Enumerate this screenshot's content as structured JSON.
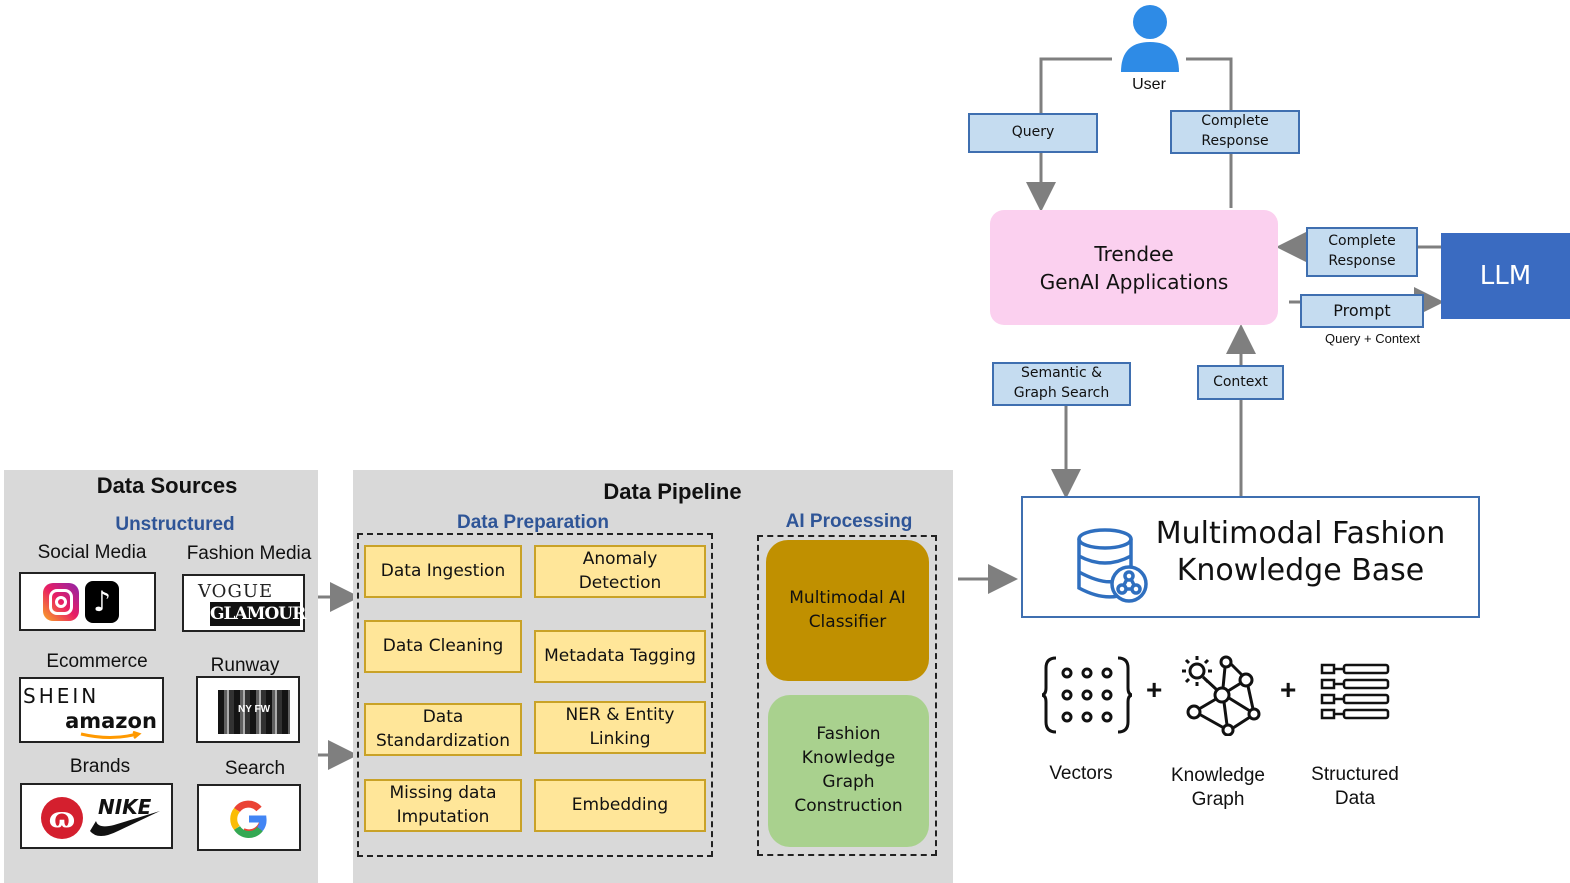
{
  "user": {
    "label": "User"
  },
  "flow_labels": {
    "query": "Query",
    "complete_response_top": [
      "Complete",
      "Response"
    ],
    "complete_response_llm": [
      "Complete",
      "Response"
    ],
    "prompt": "Prompt",
    "prompt_note": "Query + Context",
    "semantic_search": [
      "Semantic &",
      "Graph Search"
    ],
    "context": "Context"
  },
  "app": {
    "line1": "Trendee",
    "line2": "GenAI Applications"
  },
  "llm": {
    "label": "LLM"
  },
  "knowledge_base": {
    "line1": "Multimodal Fashion",
    "line2": "Knowledge Base"
  },
  "kb_components": {
    "vectors": [
      "Vectors"
    ],
    "plus": "+",
    "knowledge_graph": [
      "Knowledge",
      "Graph"
    ],
    "structured_data": [
      "Structured",
      "Data"
    ]
  },
  "data_sources": {
    "title": "Data Sources",
    "subtitle": "Unstructured",
    "social_media": "Social Media",
    "fashion_media": "Fashion Media",
    "ecommerce": "Ecommerce",
    "runway": "Runway",
    "brands": "Brands",
    "search": "Search",
    "logos": {
      "vogue": "VOGUE",
      "glamour": "GLAMOUR",
      "shein": "SHEIN",
      "amazon": "amazon",
      "nike": "NIKE",
      "nyfw": "NY FW"
    }
  },
  "pipeline": {
    "title": "Data Pipeline",
    "prep_title": "Data Preparation",
    "ai_title": "AI Processing",
    "prep_steps": {
      "ingestion": "Data Ingestion",
      "anomaly": [
        "Anomaly",
        "Detection"
      ],
      "cleaning": "Data Cleaning",
      "metadata": "Metadata Tagging",
      "standardization": [
        "Data",
        "Standardization"
      ],
      "ner": [
        "NER & Entity",
        "Linking"
      ],
      "missing": [
        "Missing data",
        "Imputation"
      ],
      "embedding": "Embedding"
    },
    "ai_steps": {
      "classifier": [
        "Multimodal AI",
        "Classifier"
      ],
      "kg": [
        "Fashion",
        "Knowledge",
        "Graph",
        "Construction"
      ]
    }
  },
  "colors": {
    "panel": "#d9d9d9",
    "accent_blue": "#2f5597",
    "llm": "#3a6bc1",
    "app": "#fbd0ef",
    "yellow": "#ffe699",
    "gold": "#c09000",
    "green": "#a9d18e",
    "light_blue": "#c5dcf0"
  }
}
